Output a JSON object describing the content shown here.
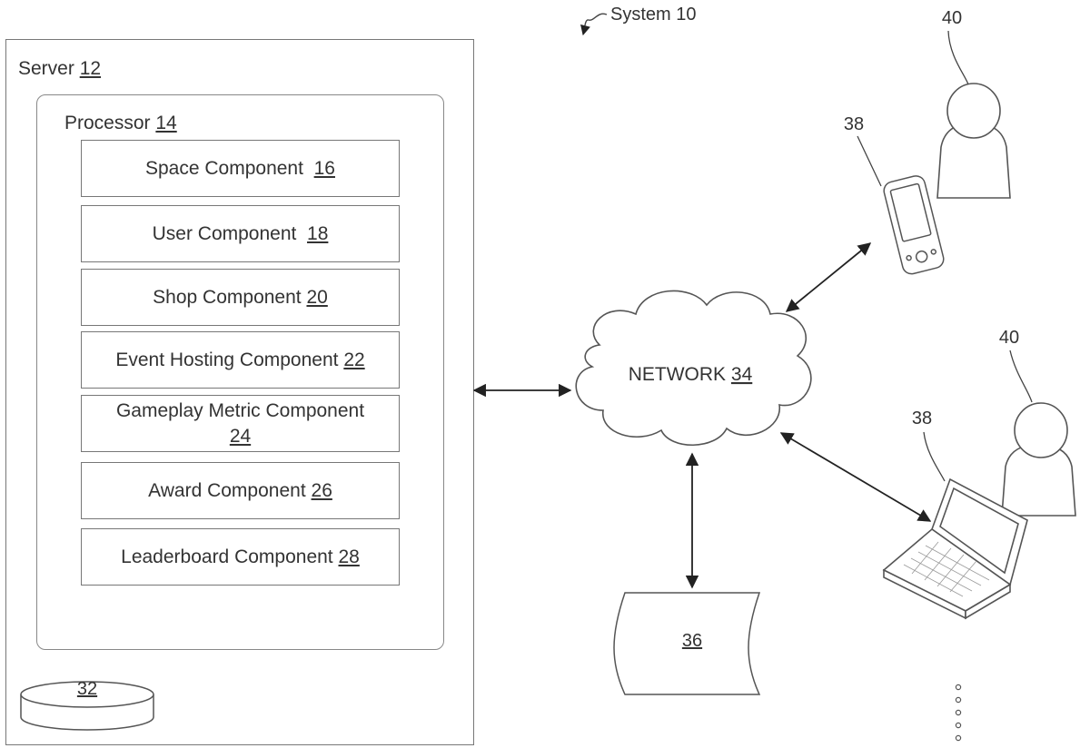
{
  "system": {
    "label": "System",
    "ref": "10"
  },
  "server": {
    "label": "Server",
    "ref": "12"
  },
  "processor": {
    "label": "Processor",
    "ref": "14"
  },
  "components": [
    {
      "label": "Space Component",
      "ref": "16"
    },
    {
      "label": "User Component",
      "ref": "18"
    },
    {
      "label": "Shop Component",
      "ref": "20"
    },
    {
      "label": "Event Hosting Component",
      "ref": "22"
    },
    {
      "label": "Gameplay Metric Component",
      "ref": "24"
    },
    {
      "label": "Award Component",
      "ref": "26"
    },
    {
      "label": "Leaderboard Component",
      "ref": "28"
    }
  ],
  "storage": {
    "ref": "32"
  },
  "network": {
    "label": "NETWORK",
    "ref": "34"
  },
  "external_storage": {
    "ref": "36"
  },
  "client_device": {
    "ref": "38"
  },
  "user": {
    "ref": "40"
  },
  "colors": {
    "line": "#333333",
    "box": "#777777"
  }
}
